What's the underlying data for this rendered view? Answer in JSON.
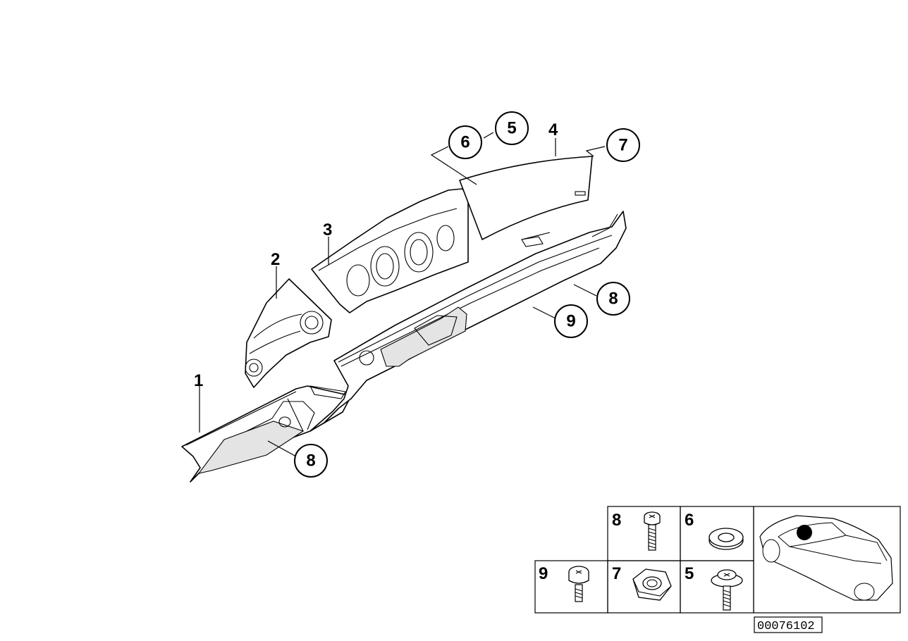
{
  "callouts": {
    "part_1": "1",
    "part_2": "2",
    "part_3": "3",
    "part_4": "4",
    "part_5": "5",
    "part_6": "6",
    "part_7": "7",
    "part_8_right": "8",
    "part_8_left": "8",
    "part_9": "9"
  },
  "hardware_table": {
    "cell_8": "8",
    "cell_6": "6",
    "cell_9": "9",
    "cell_7": "7",
    "cell_5": "5"
  },
  "reference_number": "00076102",
  "icons": [
    "screw-icon",
    "washer-icon",
    "bolt-icon",
    "nut-icon",
    "collar-screw-icon",
    "car-location-icon"
  ]
}
